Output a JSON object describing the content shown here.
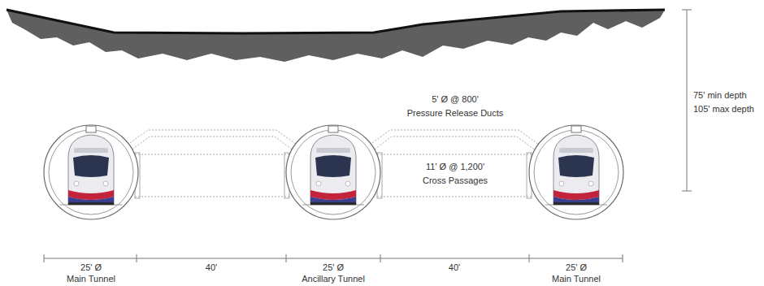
{
  "diagram": {
    "labels": [
      "5' Ø @ 800'",
      "Pressure Release Ducts",
      "11' Ø @ 1,200'",
      "Cross Passages",
      "75' min depth",
      "105' max depth",
      "25' Ø",
      "Main Tunnel",
      "40'",
      "25' Ø",
      "Ancillary Tunnel",
      "40'",
      "25' Ø",
      "Main Tunnel"
    ]
  }
}
